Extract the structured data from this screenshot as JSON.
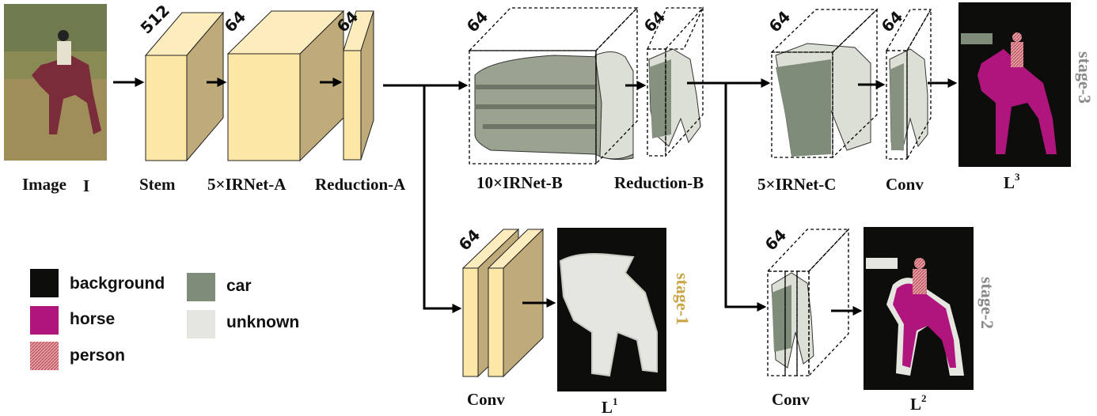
{
  "colors": {
    "block_front": "#fde7a7",
    "block_side": "#bfaa7a",
    "block_top": "#fdedbe",
    "background": "#0d0d0b",
    "horse": "#b0157e",
    "person": "#d98a8a",
    "car": "#7f8c79",
    "unknown": "#e4e6df"
  },
  "image_block": {
    "label": "Image",
    "symbol": "I"
  },
  "blocks": {
    "stem": {
      "channels": "512",
      "label": "Stem"
    },
    "irnet_a": {
      "channels": "64",
      "label": "5×IRNet-A"
    },
    "reduction_a": {
      "channels": "64",
      "label": "Reduction-A"
    },
    "irnet_b": {
      "channels": "64",
      "label": "10×IRNet-B"
    },
    "reduction_b": {
      "channels": "64",
      "label": "Reduction-B"
    },
    "irnet_c": {
      "channels": "64",
      "label": "5×IRNet-C"
    },
    "conv3": {
      "channels": "64",
      "label": "Conv"
    },
    "conv1": {
      "channels": "64",
      "label": "Conv"
    },
    "conv2": {
      "channels": "64",
      "label": "Conv"
    }
  },
  "outputs": {
    "l1": {
      "base": "L",
      "sup": "1",
      "stage": "stage-1",
      "stage_color": "#c9a64a"
    },
    "l2": {
      "base": "L",
      "sup": "2",
      "stage": "stage-2",
      "stage_color": "#8a8a8a"
    },
    "l3": {
      "base": "L",
      "sup": "3",
      "stage": "stage-3",
      "stage_color": "#8a8a8a"
    }
  },
  "legend": [
    {
      "label": "background",
      "swatch": "background"
    },
    {
      "label": "horse",
      "swatch": "horse"
    },
    {
      "label": "person",
      "swatch": "person"
    },
    {
      "label": "car",
      "swatch": "car"
    },
    {
      "label": "unknown",
      "swatch": "unknown"
    }
  ]
}
